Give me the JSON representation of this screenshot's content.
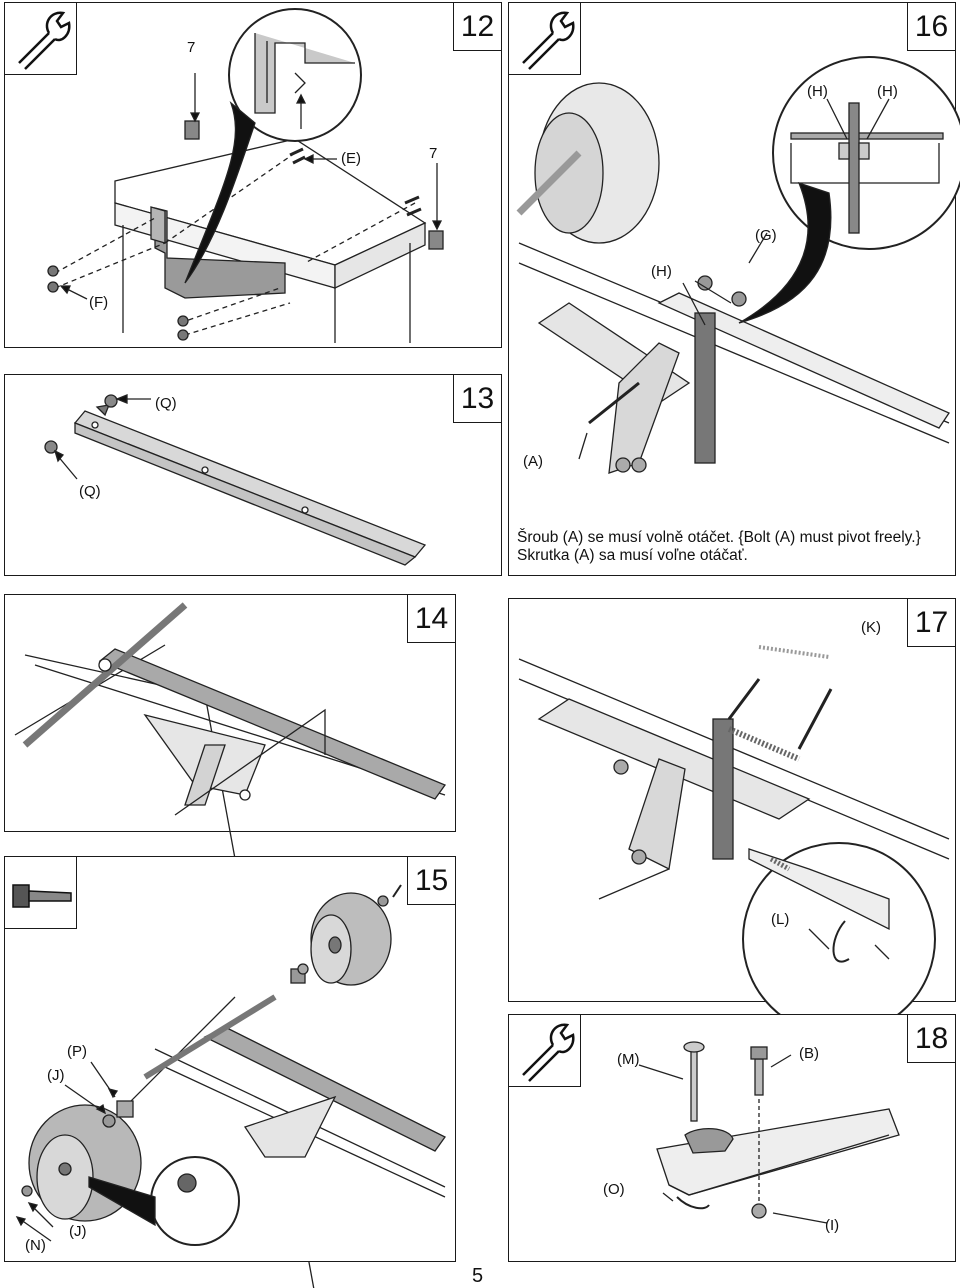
{
  "steps": {
    "s12": {
      "number": "12",
      "labels": {
        "seven_a": "7",
        "seven_b": "7",
        "e": "(E)",
        "f": "(F)"
      }
    },
    "s13": {
      "number": "13",
      "labels": {
        "q1": "(Q)",
        "q2": "(Q)"
      }
    },
    "s14": {
      "number": "14"
    },
    "s15": {
      "number": "15",
      "labels": {
        "p": "(P)",
        "j1": "(J)",
        "j2": "(J)",
        "n": "(N)"
      }
    },
    "s16": {
      "number": "16",
      "labels": {
        "h1": "(H)",
        "h2": "(H)",
        "h3": "(H)",
        "g": "(G)",
        "a": "(A)"
      },
      "caption": [
        "Šroub (A) se musí volně otáčet. {Bolt (A) must pivot freely.}",
        "Skrutka (A) sa musí voľne otáčať."
      ]
    },
    "s17": {
      "number": "17",
      "labels": {
        "k": "(K)",
        "l": "(L)"
      }
    },
    "s18": {
      "number": "18",
      "labels": {
        "m": "(M)",
        "b": "(B)",
        "o": "(O)",
        "i": "(I)"
      }
    }
  },
  "icons": {
    "wrench": "wrench-icon",
    "hammer": "hammer-icon"
  },
  "page_number": "5"
}
